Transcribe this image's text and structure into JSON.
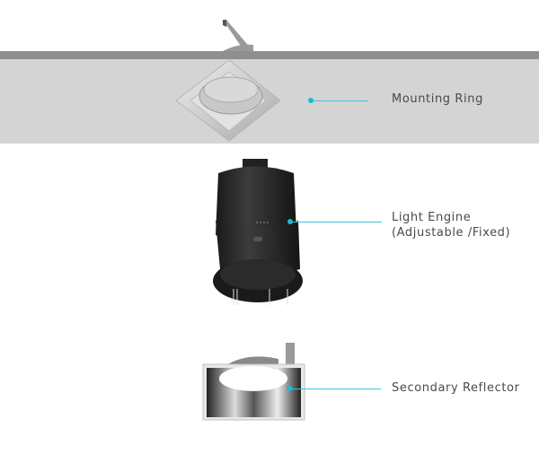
{
  "diagram": {
    "title": "Exploded view of recessed downlight components",
    "accent_color": "#3cc4d8",
    "components": [
      {
        "id": "mounting-ring",
        "label": "Mounting Ring"
      },
      {
        "id": "light-engine",
        "label_line1": "Light Engine",
        "label_line2": "(Adjustable /Fixed)"
      },
      {
        "id": "secondary-reflector",
        "label": "Secondary Reflector"
      }
    ]
  }
}
